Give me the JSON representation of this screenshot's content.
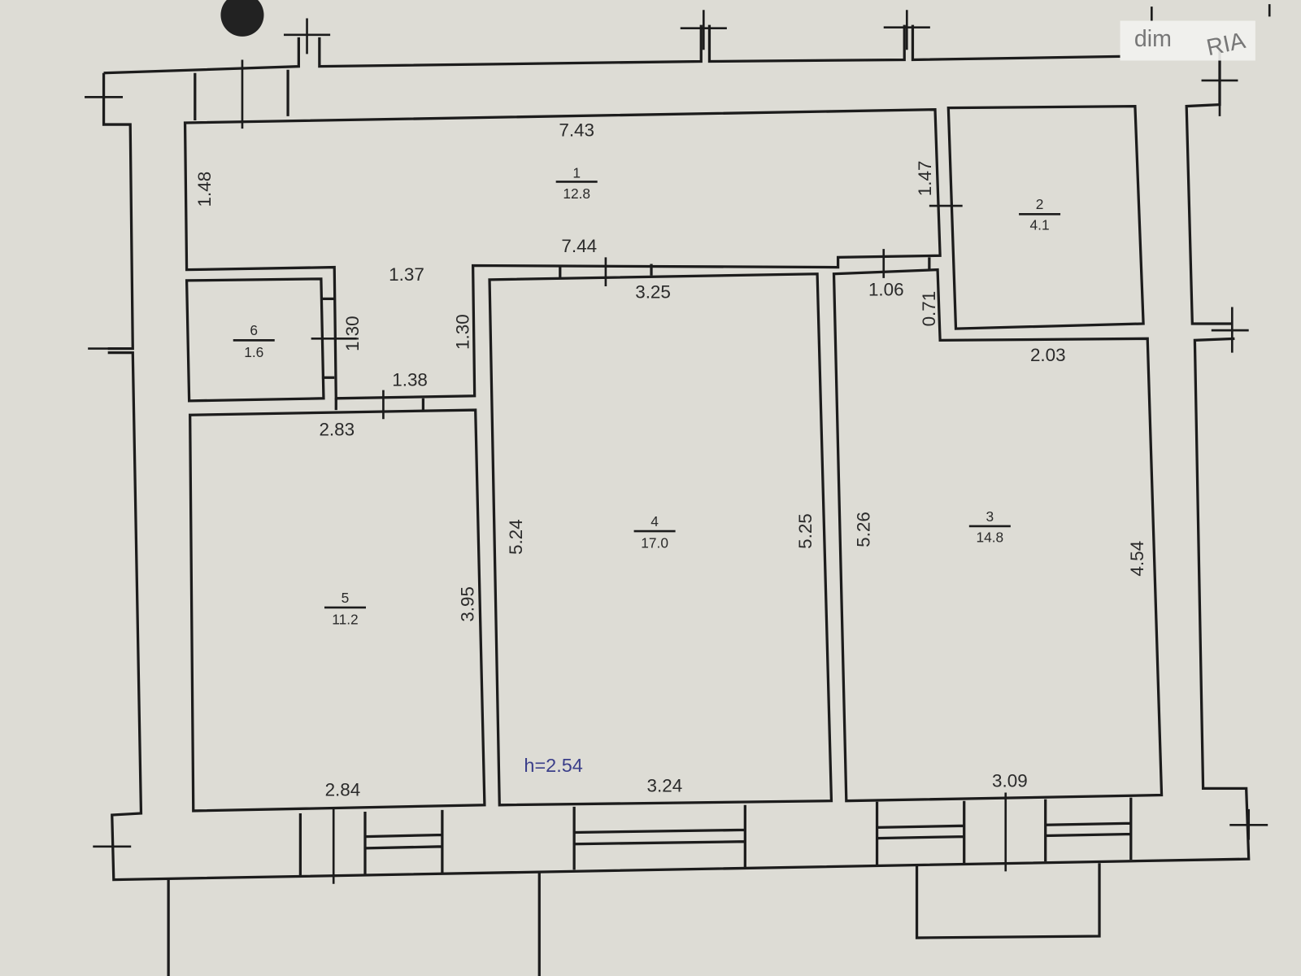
{
  "watermark": {
    "brand": "dim",
    "sub": "RIA"
  },
  "ceiling_height": "h=2.54",
  "rooms": [
    {
      "number": "1",
      "area": "12.8"
    },
    {
      "number": "2",
      "area": "4.1"
    },
    {
      "number": "3",
      "area": "14.8"
    },
    {
      "number": "4",
      "area": "17.0"
    },
    {
      "number": "5",
      "area": "11.2"
    },
    {
      "number": "6",
      "area": "1.6"
    }
  ],
  "dimensions": [
    "7.43",
    "1.48",
    "7.44",
    "1.47",
    "1.37",
    "3.25",
    "1.06",
    "0.71",
    "1.30",
    "1.30",
    "1.38",
    "2.03",
    "2.83",
    "5.24",
    "5.25",
    "5.26",
    "3.95",
    "4.54",
    "2.84",
    "3.24",
    "3.09"
  ],
  "colors": {
    "paper": "#dddcd5",
    "lines": "#1c1c1c",
    "height_label": "#3b3f8a"
  }
}
